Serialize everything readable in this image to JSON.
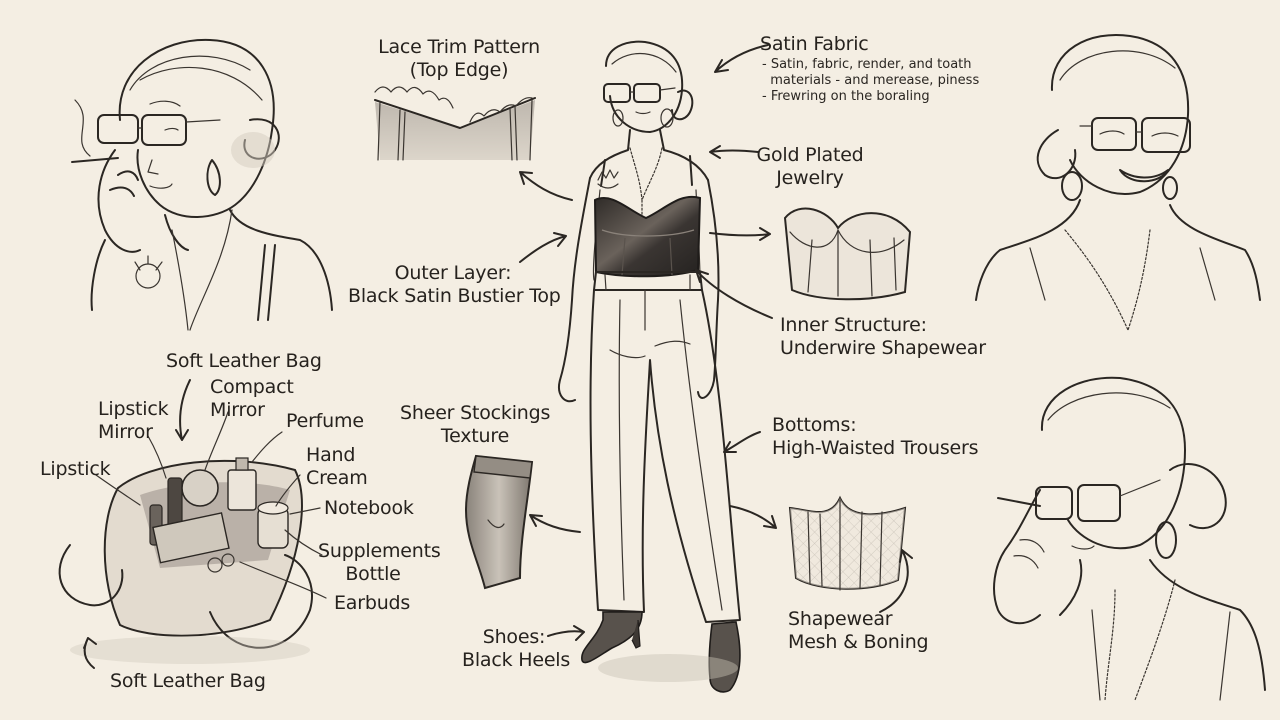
{
  "sheet": {
    "background": "#f4eee3",
    "ink": "#2b2723",
    "satin_black": "#3a3532"
  },
  "labels": {
    "lace_trim": {
      "lines": [
        "Lace Trim Pattern",
        "(Top Edge)"
      ]
    },
    "satin_fabric": {
      "title": "Satin Fabric",
      "notes": [
        "- Satin, fabric, render, and toath",
        "  materials - and merease, piness",
        "- Frewring on the boraling"
      ]
    },
    "gold_jewelry": {
      "lines": [
        "Gold Plated",
        "Jewelry"
      ]
    },
    "outer_layer": {
      "lines": [
        "Outer Layer:",
        "Black Satin Bustier Top"
      ]
    },
    "inner_structure": {
      "lines": [
        "Inner Structure:",
        "Underwire Shapewear"
      ]
    },
    "bottoms": {
      "lines": [
        "Bottoms:",
        "High-Waisted Trousers"
      ]
    },
    "stockings": {
      "lines": [
        "Sheer Stockings",
        "Texture"
      ]
    },
    "shapewear": {
      "lines": [
        "Shapewear",
        "Mesh & Boning"
      ]
    },
    "shoes": {
      "lines": [
        "Shoes:",
        "Black Heels"
      ]
    },
    "bag_top": {
      "lines": [
        "Soft Leather Bag"
      ]
    },
    "bag_bottom": {
      "lines": [
        "Soft Leather Bag"
      ]
    },
    "compact_mirror": {
      "lines": [
        "Compact",
        "Mirror"
      ]
    },
    "lipstick_mirror": {
      "lines": [
        "Lipstick",
        "Mirror"
      ]
    },
    "perfume": {
      "lines": [
        "Perfume"
      ]
    },
    "lipstick": {
      "lines": [
        "Lipstick"
      ]
    },
    "hand_cream": {
      "lines": [
        "Hand",
        "Cream"
      ]
    },
    "notebook": {
      "lines": [
        "Notebook"
      ]
    },
    "supplements": {
      "lines": [
        "Supplements",
        "Bottle"
      ]
    },
    "earbuds": {
      "lines": [
        "Earbuds"
      ]
    }
  },
  "figures": {
    "portrait_top_left": "smoking-pensive-portrait",
    "portrait_top_right": "laughing-portrait",
    "portrait_bottom_right": "adjusting-glasses-portrait",
    "center": "full-body-outfit-figure"
  }
}
